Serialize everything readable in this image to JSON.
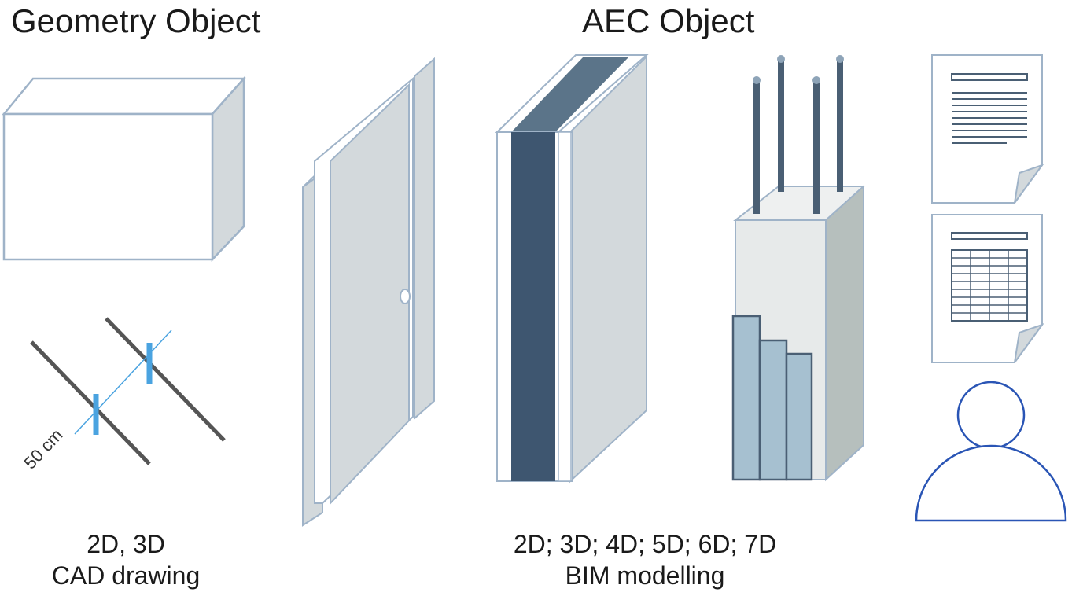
{
  "headings": {
    "geometry": "Geometry Object",
    "aec": "AEC Object"
  },
  "captions": {
    "geometry_line1": "2D, 3D",
    "geometry_line2": "CAD drawing",
    "aec_line1": "2D; 3D; 4D; 5D; 6D; 7D",
    "aec_line2": "BIM modelling"
  },
  "dimension_label": "50 cm",
  "icons": [
    "box-icon",
    "dimension-drawing-icon",
    "door-icon",
    "wall-section-icon",
    "column-chart-icon",
    "text-document-icon",
    "table-document-icon",
    "person-icon"
  ],
  "colors": {
    "outline": "#9fb3c8",
    "panel": "#d3d9dc",
    "dark_layer": "#3e5670",
    "mid_layer": "#5b7489",
    "rebar": "#4a5f74",
    "bar_fill": "#a6c0d0",
    "dimension_blue": "#4aa3e0",
    "person_blue": "#2a55b5"
  }
}
